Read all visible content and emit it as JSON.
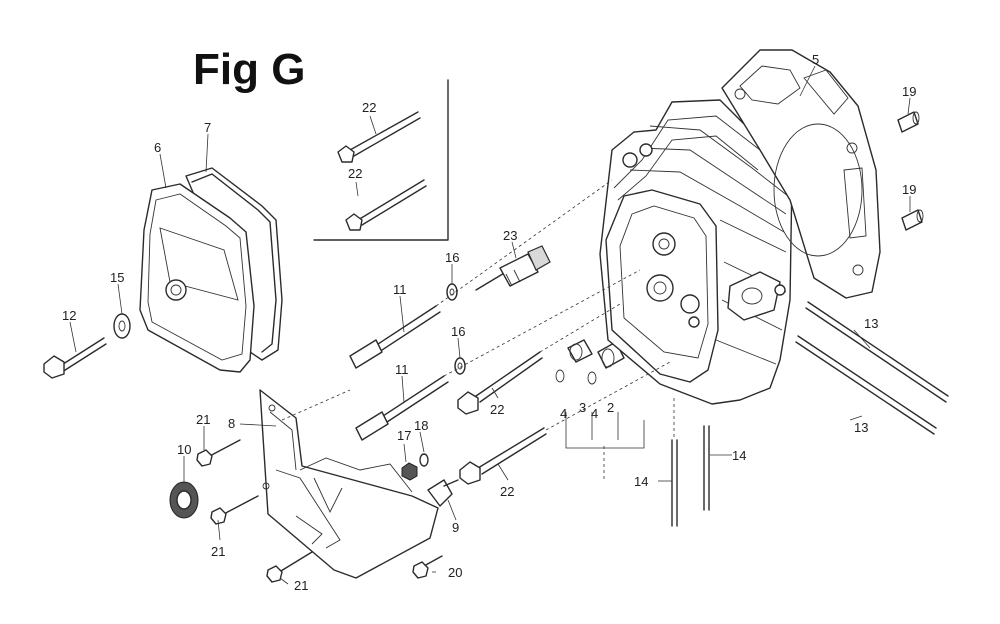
{
  "figure": {
    "title": "Fig G"
  },
  "callouts": [
    {
      "id": "c5",
      "text": "5"
    },
    {
      "id": "c6",
      "text": "6"
    },
    {
      "id": "c7",
      "text": "7"
    },
    {
      "id": "c8",
      "text": "8"
    },
    {
      "id": "c9",
      "text": "9"
    },
    {
      "id": "c10",
      "text": "10"
    },
    {
      "id": "c11a",
      "text": "11"
    },
    {
      "id": "c11b",
      "text": "11"
    },
    {
      "id": "c12",
      "text": "12"
    },
    {
      "id": "c13a",
      "text": "13"
    },
    {
      "id": "c13b",
      "text": "13"
    },
    {
      "id": "c14a",
      "text": "14"
    },
    {
      "id": "c14b",
      "text": "14"
    },
    {
      "id": "c15",
      "text": "15"
    },
    {
      "id": "c16a",
      "text": "16"
    },
    {
      "id": "c16b",
      "text": "16"
    },
    {
      "id": "c17",
      "text": "17"
    },
    {
      "id": "c18",
      "text": "18"
    },
    {
      "id": "c19a",
      "text": "19"
    },
    {
      "id": "c19b",
      "text": "19"
    },
    {
      "id": "c20",
      "text": "20"
    },
    {
      "id": "c21a",
      "text": "21"
    },
    {
      "id": "c21b",
      "text": "21"
    },
    {
      "id": "c21c",
      "text": "21"
    },
    {
      "id": "c22a",
      "text": "22"
    },
    {
      "id": "c22b",
      "text": "22"
    },
    {
      "id": "c22c",
      "text": "22"
    },
    {
      "id": "c22d",
      "text": "22"
    },
    {
      "id": "c23",
      "text": "23"
    },
    {
      "id": "c2",
      "text": "2"
    },
    {
      "id": "c3",
      "text": "3"
    },
    {
      "id": "c4a",
      "text": "4"
    },
    {
      "id": "c4b",
      "text": "4"
    }
  ]
}
